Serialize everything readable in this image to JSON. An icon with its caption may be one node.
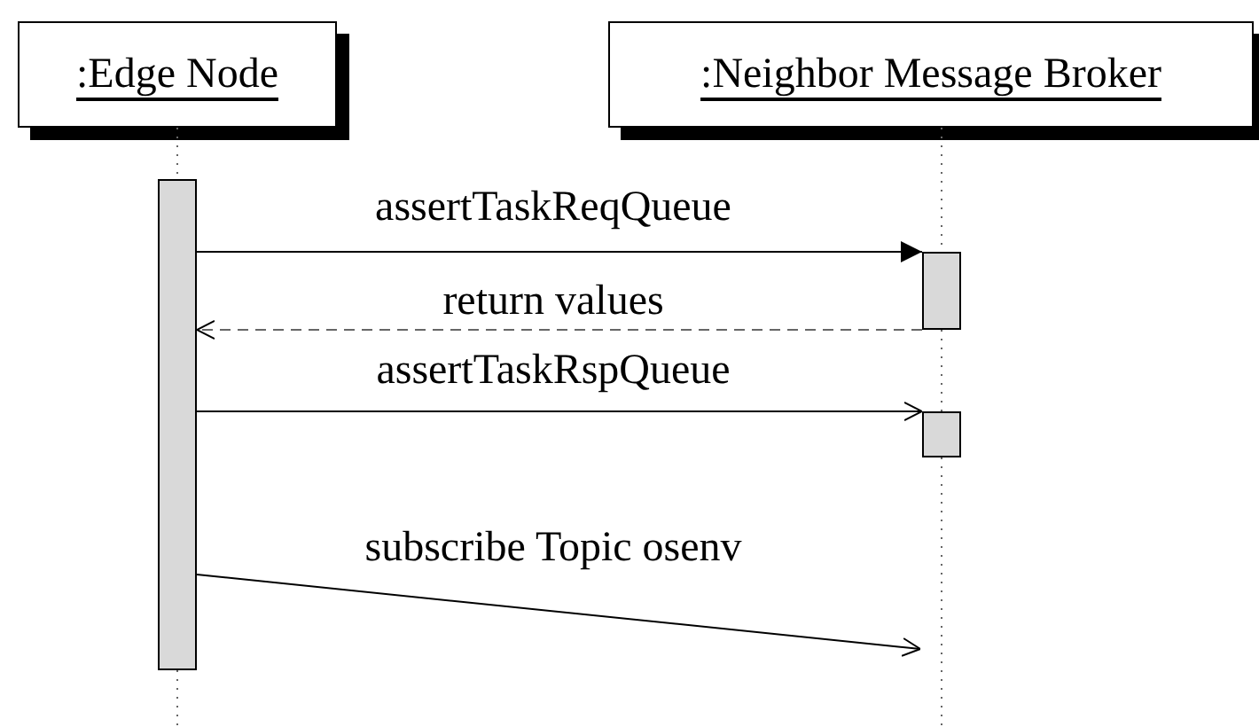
{
  "diagram": {
    "nodes": [
      {
        "text": [
          ":Edge Node"
        ]
      },
      {
        "text": [
          ":Neighbor Message Broker"
        ]
      },
      {
        "text": [],
        "shape": "bar"
      },
      {
        "text": [],
        "shape": "bar"
      },
      {
        "text": [],
        "shape": "bar"
      }
    ],
    "edges": [
      {
        "from": 2,
        "to": 3,
        "arrow": "to",
        "label": "assertTaskReqQueue",
        "color": "#000000"
      },
      {
        "from": 3,
        "to": 2,
        "arrow": "to",
        "label": "return values",
        "style": "dashed"
      },
      {
        "from": 2,
        "to": 4,
        "arrow": "to",
        "label": "assertTaskRspQueue",
        "color": "#000000"
      },
      {
        "from": 2,
        "to": null,
        "arrow": "to",
        "label": "subscribe Topic osenv",
        "color": "#000000"
      },
      {
        "from": 0,
        "to": 2,
        "arrow": "none",
        "style": "dashed"
      },
      {
        "from": 2,
        "to": null,
        "arrow": "none",
        "style": "dashed"
      },
      {
        "from": 1,
        "to": 3,
        "arrow": "none",
        "style": "dashed"
      },
      {
        "from": 3,
        "to": 4,
        "arrow": "none",
        "style": "dashed"
      },
      {
        "from": 4,
        "to": null,
        "arrow": "none",
        "style": "dashed"
      }
    ]
  }
}
